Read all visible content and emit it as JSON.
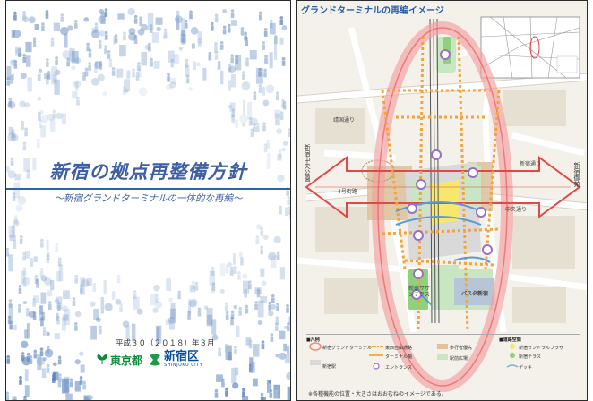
{
  "cover": {
    "title": "新宿の拠点再整備方針",
    "subtitle": "〜新宿グランドターミナルの一体的な再編〜",
    "date": "平成３０（２０１８）年３月",
    "logo_tokyo": "東京都",
    "logo_shinjuku": "新宿区",
    "logo_shinjuku_sub": "SHINJUKU CITY",
    "accent_color": "#3d5fa3"
  },
  "map": {
    "title": "グランドターミナルの再編イメージ",
    "left_side_label": "新宿中央公園",
    "right_side_label": "新宿御苑",
    "place_labels": {
      "west_plaza": "4号街路",
      "central_road": "中央通り",
      "east_street": "新宿通り",
      "bus_terminal": "バスタ新宿",
      "terrace": "新宿サザンテラス",
      "north": "靖国通り"
    },
    "legend": {
      "head_left": "■凡例",
      "head_right": "■道路空間",
      "items": [
        {
          "label": "新宿グランドターミナル",
          "color": "#f08a7a"
        },
        {
          "label": "新宿駅",
          "color": "#d9d9d9"
        },
        {
          "label": "東西自由通路",
          "color": "#f2a33a"
        },
        {
          "label": "駅前広場",
          "color": "#c9e6c2"
        },
        {
          "label": "ターミナル軸",
          "color": "#f6b24a"
        },
        {
          "label": "歩行者優先",
          "color": "#e1c29a"
        },
        {
          "label": "エントランス",
          "color": "#9b6fc4"
        },
        {
          "label": "新宿セントラルプラザ",
          "color": "#f7e76b"
        },
        {
          "label": "新宿テラス",
          "color": "#8fd17c"
        },
        {
          "label": "デッキ",
          "color": "#7ab4e0"
        }
      ]
    },
    "note": "※各種機能の位置・大きさはおおむねのイメージである。"
  }
}
